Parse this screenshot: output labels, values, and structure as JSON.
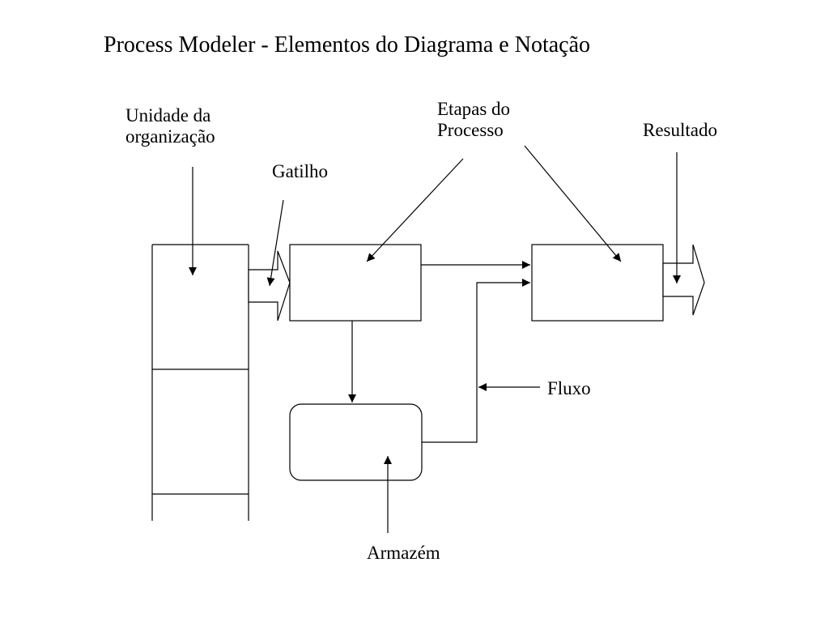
{
  "title": "Process Modeler - Elementos do Diagrama e Notação",
  "labels": {
    "org_unit": [
      "Unidade da",
      "organização"
    ],
    "trigger": "Gatilho",
    "process_steps": [
      "Etapas do",
      "Processo"
    ],
    "result": "Resultado",
    "flow": "Fluxo",
    "store": "Armazém"
  },
  "colors": {
    "stroke": "#000000",
    "background": "#ffffff",
    "text": "#000000"
  }
}
